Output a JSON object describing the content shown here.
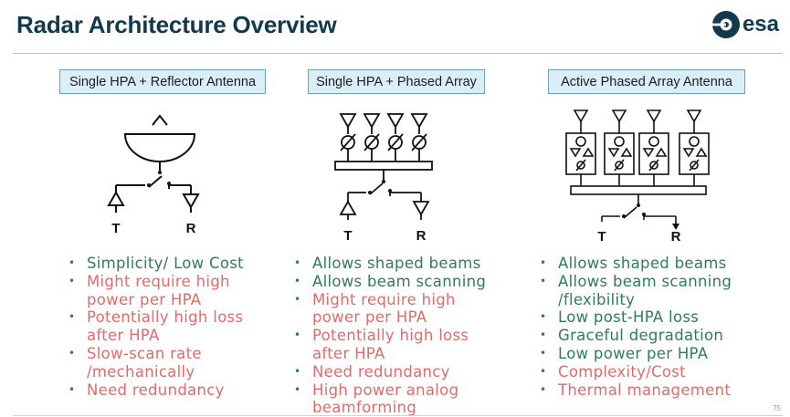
{
  "title": "Radar Architecture Overview",
  "logo": {
    "text": "esa",
    "icon": "esa-logo-icon"
  },
  "columns": [
    {
      "label": "Single HPA + Reflector Antenna",
      "diagram": {
        "t": "T",
        "r": "R"
      },
      "bullets": [
        {
          "text": "Simplicity/ Low Cost",
          "kind": "pro"
        },
        {
          "text": "Might require high power per HPA",
          "kind": "con"
        },
        {
          "text": "Potentially high loss after HPA",
          "kind": "con"
        },
        {
          "text": "Slow-scan rate /mechanically",
          "kind": "con"
        },
        {
          "text": "Need redundancy",
          "kind": "con"
        }
      ]
    },
    {
      "label": "Single HPA + Phased Array",
      "diagram": {
        "t": "T",
        "r": "R"
      },
      "bullets": [
        {
          "text": "Allows shaped beams",
          "kind": "pro"
        },
        {
          "text": "Allows beam scanning",
          "kind": "pro"
        },
        {
          "text": "Might require high power per HPA",
          "kind": "con"
        },
        {
          "text": "Potentially high loss after HPA",
          "kind": "con"
        },
        {
          "text": "Need redundancy",
          "kind": "con"
        },
        {
          "text": "High power analog beamforming",
          "kind": "con"
        }
      ]
    },
    {
      "label": "Active Phased Array Antenna",
      "diagram": {
        "t": "T",
        "r": "R"
      },
      "bullets": [
        {
          "text": "Allows shaped beams",
          "kind": "pro"
        },
        {
          "text": "Allows beam scanning /flexibility",
          "kind": "pro"
        },
        {
          "text": "Low post-HPA loss",
          "kind": "pro"
        },
        {
          "text": "Graceful degradation",
          "kind": "pro"
        },
        {
          "text": "Low power per HPA",
          "kind": "pro"
        },
        {
          "text": "Complexity/Cost",
          "kind": "con"
        },
        {
          "text": "Thermal management",
          "kind": "con"
        }
      ]
    }
  ],
  "page_number": "75",
  "colors": {
    "title": "#113a4d",
    "pro": "#2f7d57",
    "con": "#e06b6b",
    "label_bg": "#daeef7",
    "label_border": "#6f9fb5"
  }
}
